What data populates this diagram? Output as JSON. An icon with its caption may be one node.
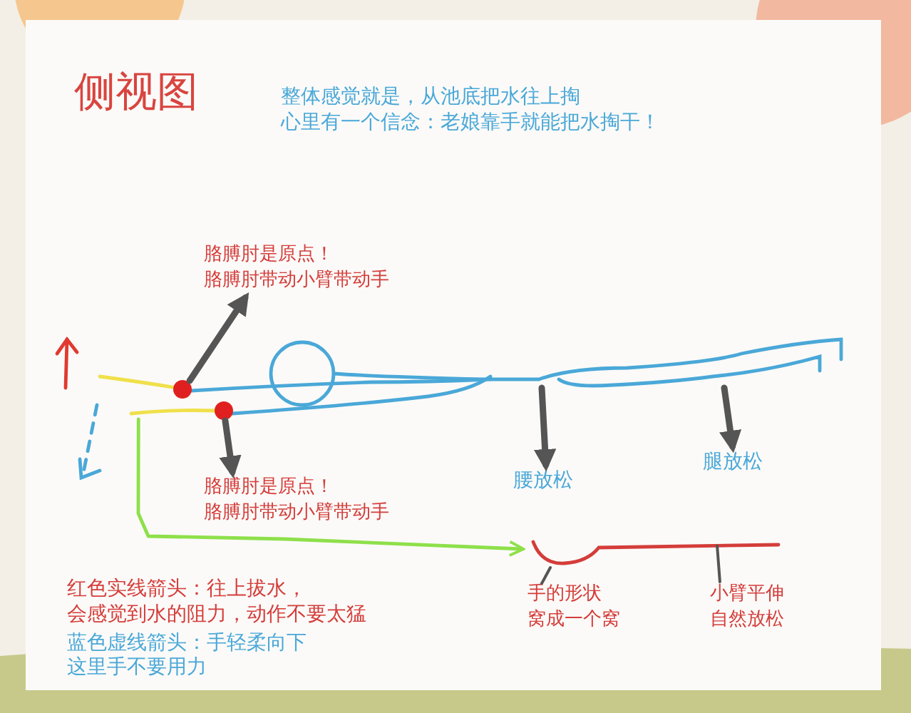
{
  "diagram": {
    "title": "侧视图",
    "nodes": [
      {
        "text": [
          "胳膊肘是原点！",
          "胳膊肘带动小臂带动手"
        ]
      },
      {
        "text": [],
        "shape": "circle",
        "in": 4
      },
      {
        "text": [],
        "shape": "circle",
        "in": 4
      },
      {
        "text": [
          "胳膊肘是原点！",
          "胳膊肘带动小臂带动手"
        ]
      },
      {
        "text": [],
        "shape": "picture"
      },
      {
        "text": [],
        "shape": "picture"
      },
      {
        "text": [
          "腰放松"
        ]
      },
      {
        "text": [
          "腿放松"
        ]
      },
      {
        "text": [],
        "shape": "picture"
      },
      {
        "text": [
          "手的形状",
          "窝成一个窝"
        ]
      },
      {
        "text": [
          "小臂平伸自然放松"
        ]
      }
    ],
    "edges": [
      {
        "from": 1,
        "to": 0,
        "arrow": "to"
      },
      {
        "from": 2,
        "to": 3,
        "arrow": "to"
      },
      {
        "from": 5,
        "to": 6,
        "arrow": "to"
      },
      {
        "from": 5,
        "to": 7,
        "arrow": "to"
      },
      {
        "from": 9,
        "to": 8,
        "arrow": "none"
      },
      {
        "from": 10,
        "to": 8,
        "arrow": "none"
      },
      {
        "from": 4,
        "to": 8,
        "arrow": "to",
        "color": "#8ee04a"
      }
    ],
    "labels": [
      "整体感觉就是，从池底把水往上掏",
      "心里有一个信念：老娘靠手就能把水掏干！",
      "红色实线箭头：往上拔水，",
      "会感觉到水的阻力，动作不要太猛",
      "蓝色虚线箭头：手轻柔向下",
      "这里手不要用力"
    ]
  }
}
